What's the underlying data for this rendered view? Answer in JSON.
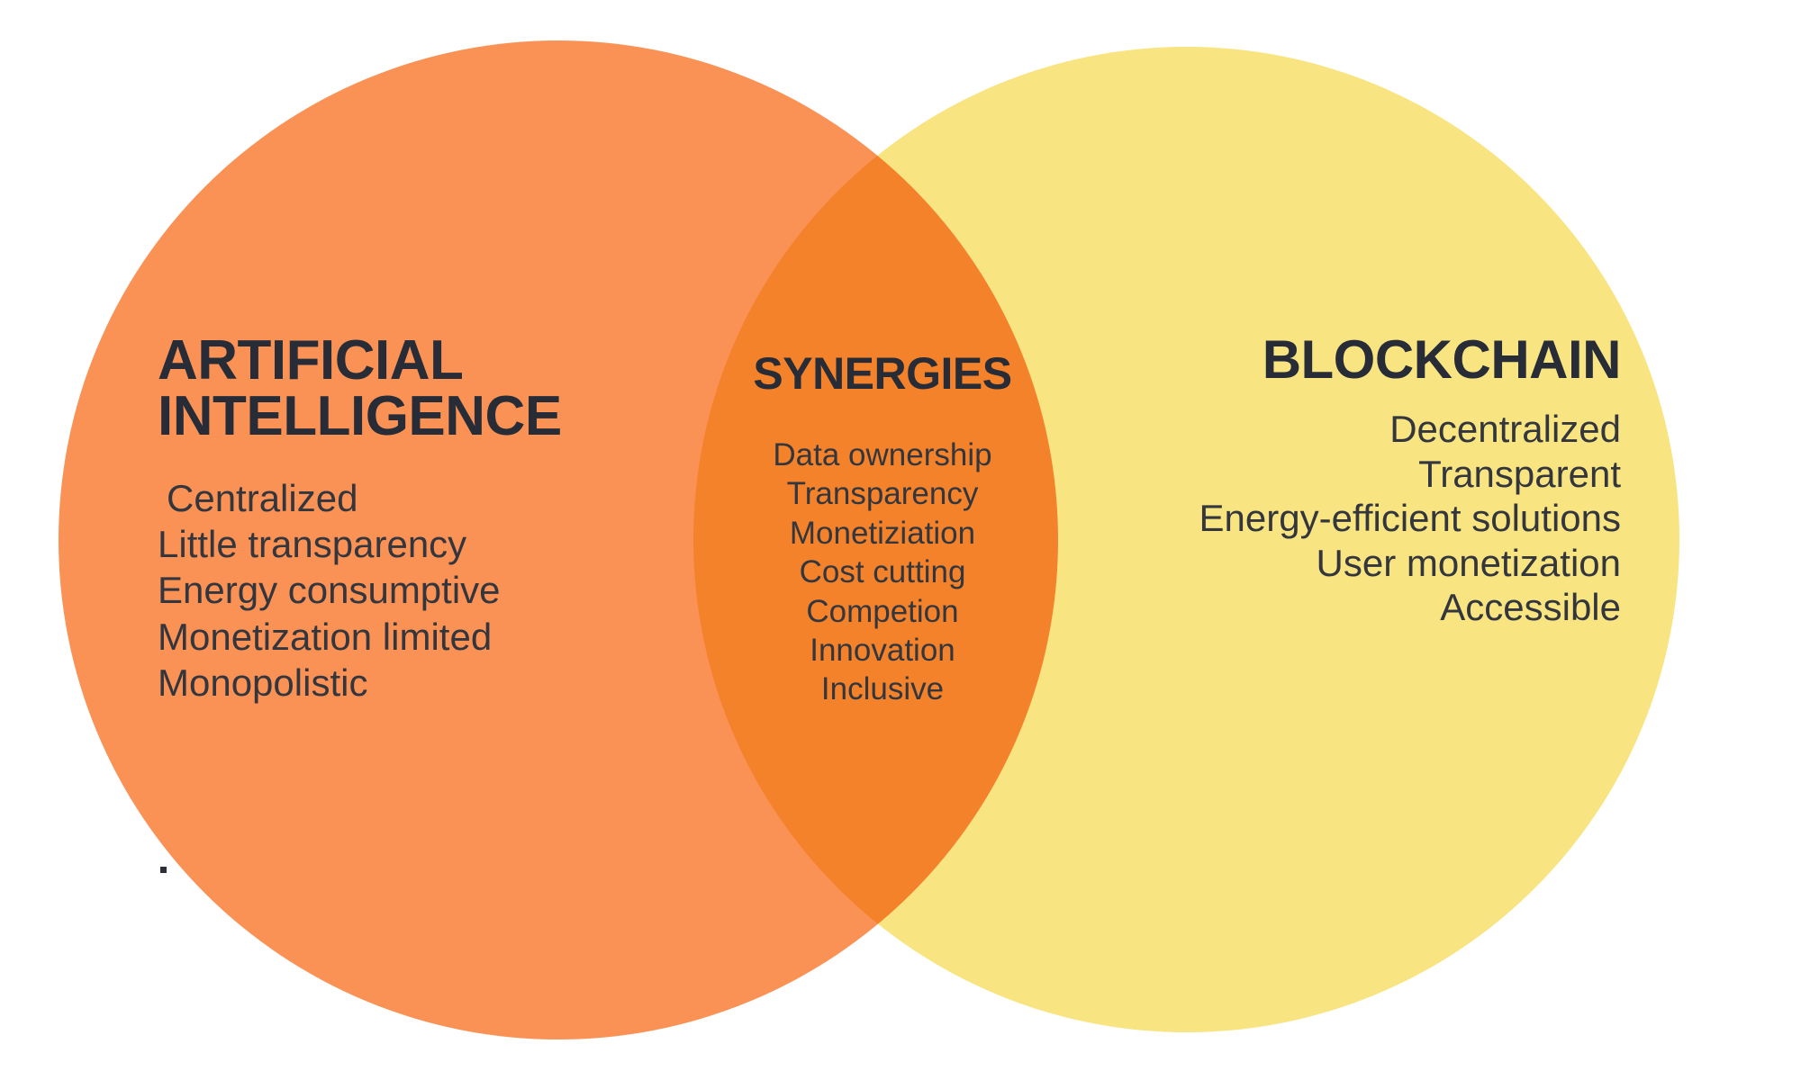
{
  "diagram": {
    "type": "venn",
    "title": "AI and Blockchain Venn Diagram",
    "background": "#FFFFFF",
    "colors": {
      "left_circle": "#FA9155",
      "right_circle": "#F8E481",
      "overlap": "#FBD05E",
      "text": "#33363D",
      "heading": "#272C36"
    }
  },
  "left": {
    "title": "ARTIFICIAL INTELLIGENCE",
    "title_line1": "ARTIFICIAL",
    "title_line2": "INTELLIGENCE",
    "items": [
      "Centralized",
      "Little transparency",
      "Energy consumptive",
      "Monetization limited",
      "Monopolistic"
    ]
  },
  "center": {
    "title": "SYNERGIES",
    "items": [
      "Data ownership",
      "Transparency",
      "Monetiziation",
      "Cost cutting",
      "Competion",
      "Innovation",
      "Inclusive"
    ]
  },
  "right": {
    "title": "BLOCKCHAIN",
    "items": [
      "Decentralized",
      "Transparent",
      "Energy-efficient solutions",
      "User monetization",
      "Accessible"
    ]
  },
  "artifacts": {
    "stray_dot": "."
  }
}
